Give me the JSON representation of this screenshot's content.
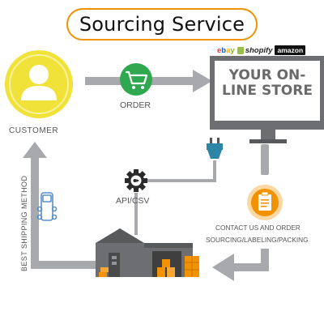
{
  "title": "Sourcing Service",
  "labels": {
    "customer": "CUSTOMER",
    "order": "ORDER",
    "store_line1": "YOUR ON-",
    "store_line2": "LINE STORE",
    "api": "API/CSV",
    "contact": "CONTACT US AND ORDER",
    "sourcing": "SOURCING/LABELING/PACKING",
    "shipping": "BEST SHIPPING METHOD"
  },
  "platforms": {
    "ebay": [
      "e",
      "b",
      "a",
      "y"
    ],
    "shopify": "shopify",
    "amazon": "amazon"
  },
  "icons": [
    "person-icon",
    "shopping-cart-icon",
    "monitor-icon",
    "plug-icon",
    "gear-icon",
    "clipboard-icon",
    "delivery-van-icon",
    "warehouse-icon"
  ],
  "colors": {
    "accent": "#f39200",
    "customer_circle": "#f1e23a",
    "order_circle": "#2fa84f",
    "arrow": "#a7a9ac",
    "monitor": "#6d6e71"
  }
}
